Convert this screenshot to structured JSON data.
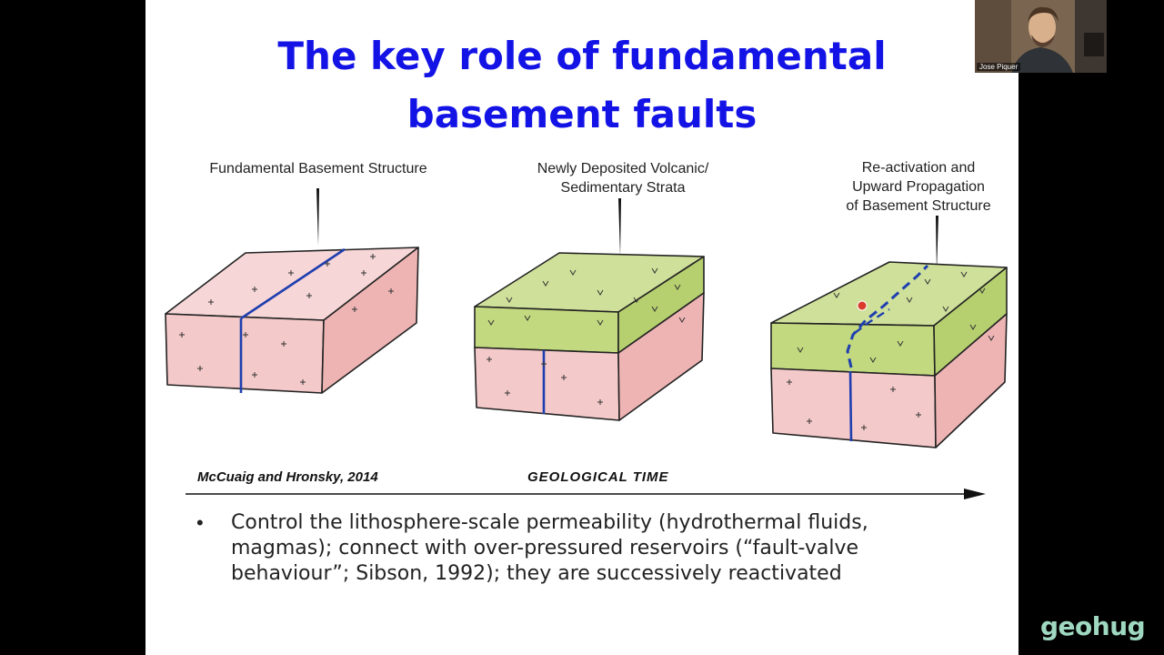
{
  "slide": {
    "title_lines": [
      "The key role of fundamental",
      "basement faults"
    ],
    "diagram": {
      "labels": {
        "block1": [
          "Fundamental Basement Structure"
        ],
        "block2": [
          "Newly Deposited Volcanic/",
          "Sedimentary Strata"
        ],
        "block3": [
          "Re-activation and",
          "Upward Propagation",
          "of Basement Structure"
        ]
      },
      "citation": "McCuaig and Hronsky, 2014",
      "time_axis_label": "GEOLOGICAL TIME",
      "colors": {
        "basement_top": "#f6d6d6",
        "basement_front": "#f4c9c9",
        "basement_side": "#eeb4b4",
        "strata_top": "#cfe09a",
        "strata_front": "#c3d97f",
        "strata_side": "#b6cf6f",
        "fault": "#1f3fb0"
      }
    },
    "bullet_lines": [
      "Control the lithosphere-scale permeability (hydrothermal fluids,",
      "magmas); connect with over-pressured reservoirs (“fault-valve",
      "behaviour”; Sibson, 1992); they are successively reactivated"
    ]
  },
  "webcam": {
    "name": "Jose Piquer"
  },
  "logo": {
    "text": "geohug",
    "color": "#9fd8c0"
  }
}
